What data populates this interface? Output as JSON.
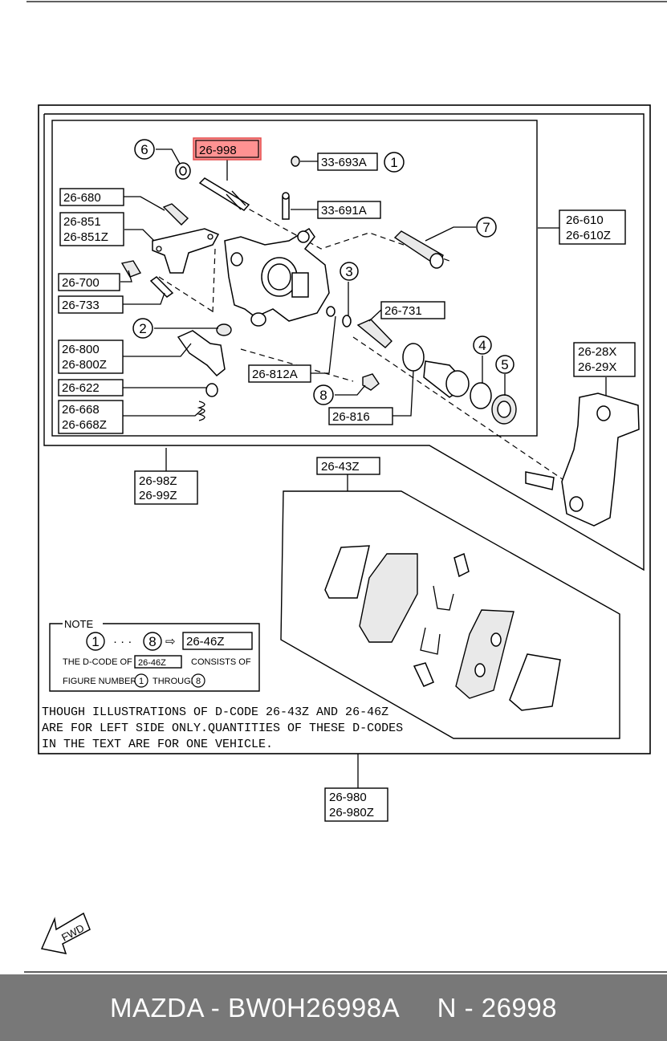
{
  "highlight": {
    "part_number": "26-998",
    "color": "#ff8080"
  },
  "labels": {
    "p26_998": "26-998",
    "p33_693A": "33-693A",
    "p26_680": "26-680",
    "p33_691A": "33-691A",
    "p26_851": "26-851",
    "p26_851Z": "26-851Z",
    "p26_610": "26-610",
    "p26_610Z": "26-610Z",
    "p26_700": "26-700",
    "p26_733": "26-733",
    "p26_731": "26-731",
    "p26_800": "26-800",
    "p26_800Z": "26-800Z",
    "p26_812A": "26-812A",
    "p26_622": "26-622",
    "p26_668": "26-668",
    "p26_668Z": "26-668Z",
    "p26_816": "26-816",
    "p26_28X": "26-28X",
    "p26_29X": "26-29X",
    "p26_98Z": "26-98Z",
    "p26_99Z": "26-99Z",
    "p26_43Z": "26-43Z",
    "p26_980": "26-980",
    "p26_980Z": "26-980Z"
  },
  "callouts": {
    "c1": "1",
    "c2": "2",
    "c3": "3",
    "c4": "4",
    "c5": "5",
    "c6": "6",
    "c7": "7",
    "c8": "8"
  },
  "note": {
    "heading": "NOTE",
    "range_start": "1",
    "dots": "· · ·",
    "range_end": "8",
    "arrow": "⇨",
    "result_code": "26-46Z",
    "line2_pre": "THE D-CODE OF",
    "line2_code": "26-46Z",
    "line2_post": "CONSISTS OF",
    "line3_pre": "FIGURE NUMBERS",
    "line3_a": "1",
    "line3_mid": "THROUGH",
    "line3_b": "8"
  },
  "remark": {
    "line1": "THOUGH ILLUSTRATIONS OF D-CODE 26-43Z AND 26-46Z",
    "line2": "ARE FOR LEFT SIDE ONLY.QUANTITIES OF THESE D-CODES",
    "line3": "IN THE TEXT ARE FOR ONE VEHICLE."
  },
  "fwd": "FWD",
  "footer": {
    "text": "MAZDA - BW0H26998A     N - 26998"
  }
}
